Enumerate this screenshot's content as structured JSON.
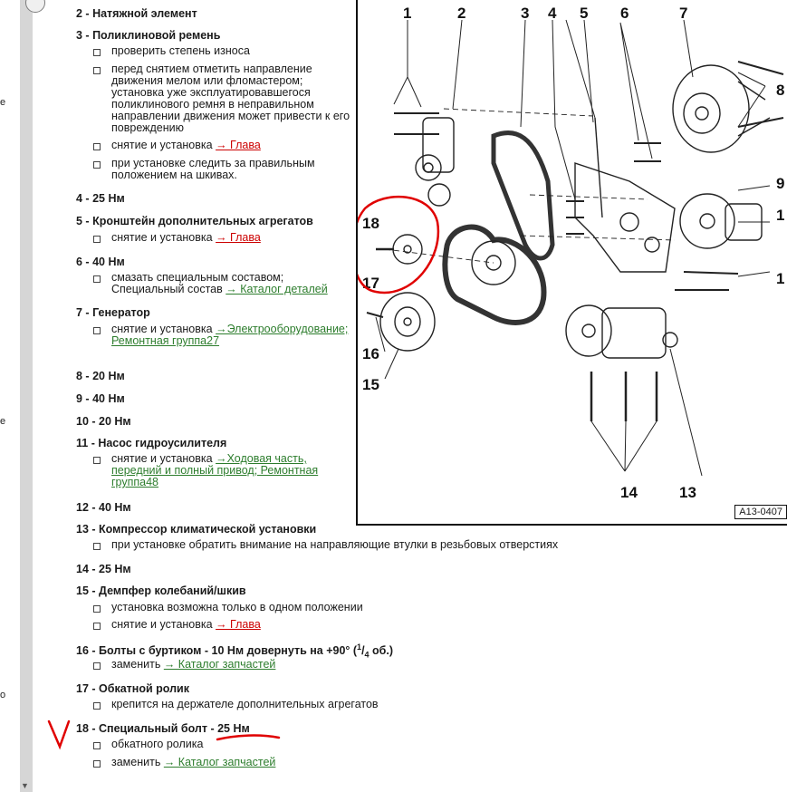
{
  "left_strip": {
    "texts": [
      "e",
      "e",
      "o"
    ]
  },
  "items": [
    {
      "num": "2",
      "title": "Натяжной элемент"
    },
    {
      "num": "3",
      "title": "Поликлиновой ремень",
      "subs": [
        {
          "text": "проверить степень износа"
        },
        {
          "text": "перед снятием отметить направление движения мелом или фломастером; установка уже эксплуатировавшегося поликлинового ремня в неправильном направлении движения может привести к его повреждению"
        },
        {
          "text": "снятие и установка ",
          "link": "→ Глава",
          "link_color": "red"
        },
        {
          "text": "при установке следить за правильным положением на шкивах."
        }
      ]
    },
    {
      "num": "4",
      "title": "25 Нм"
    },
    {
      "num": "5",
      "title": "Кронштейн дополнительных агрегатов",
      "subs": [
        {
          "text": "снятие и установка ",
          "link": "→ Глава",
          "link_color": "red"
        }
      ]
    },
    {
      "num": "6",
      "title": "40 Нм",
      "subs": [
        {
          "text": "смазать специальным составом; Специальный состав ",
          "link": "→ Каталог деталей",
          "link_color": "green"
        }
      ]
    },
    {
      "num": "7",
      "title": "Генератор",
      "subs": [
        {
          "text": "снятие и установка ",
          "link": "→Электрооборудование; Ремонтная группа27",
          "link_color": "green"
        }
      ]
    },
    {
      "num": "8",
      "title": "20 Нм"
    },
    {
      "num": "9",
      "title": "40 Нм"
    },
    {
      "num": "10",
      "title": "20 Нм"
    },
    {
      "num": "11",
      "title": "Насос гидроусилителя",
      "subs": [
        {
          "text": "снятие и установка ",
          "link": "→Ходовая часть, передний и полный привод; Ремонтная группа48",
          "link_color": "green"
        }
      ]
    },
    {
      "num": "12",
      "title": "40 Нм"
    },
    {
      "num": "13",
      "title": "Компрессор климатической установки",
      "subs": [
        {
          "text": "при установке обратить внимание на направляющие втулки в резьбовых отверстиях"
        }
      ]
    },
    {
      "num": "14",
      "title": "25 Нм"
    },
    {
      "num": "15",
      "title": "Демпфер колебаний/шкив",
      "subs": [
        {
          "text": "установка возможна только в одном положении"
        },
        {
          "text": "снятие и установка ",
          "link": "→ Глава",
          "link_color": "red"
        }
      ]
    },
    {
      "num": "16",
      "title": "Болты с буртиком - 10 Нм довернуть на +90° (",
      "frac_num": "1",
      "frac_den": "4",
      "title_end": " об.)",
      "subs": [
        {
          "text": "заменить ",
          "link": "→ Каталог запчастей",
          "link_color": "green"
        }
      ]
    },
    {
      "num": "17",
      "title": "Обкатной ролик",
      "subs": [
        {
          "text": "крепится на держателе дополнительных агрегатов"
        }
      ]
    },
    {
      "num": "18",
      "title": "Специальный болт - 25 Нм",
      "subs": [
        {
          "text": "обкатного ролика"
        },
        {
          "text": "заменить ",
          "link": "→ Каталог запчастей",
          "link_color": "green"
        }
      ]
    }
  ],
  "figure": {
    "code": "A13-0407",
    "callouts": [
      "1",
      "2",
      "3",
      "4",
      "5",
      "6",
      "7",
      "8",
      "9",
      "1",
      "1",
      "18",
      "17",
      "16",
      "15",
      "14",
      "13"
    ]
  },
  "colors": {
    "red_link": "#cc0000",
    "green_link": "#2d7d2d",
    "annotation": "#e00000"
  }
}
